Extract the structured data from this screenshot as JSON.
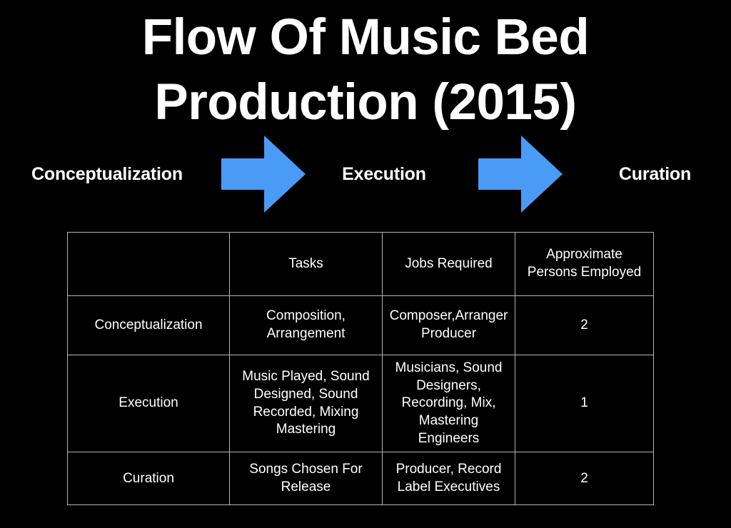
{
  "slide": {
    "background_color": "#000000",
    "text_color": "#ffffff",
    "accent_color": "#4a9bf5",
    "title": "Flow Of Music Bed\nProduction (2015)"
  },
  "flow": {
    "stages": [
      {
        "label": "Conceptualization"
      },
      {
        "label": "Execution"
      },
      {
        "label": "Curation"
      }
    ],
    "arrows": [
      {
        "name": "arrow-right-icon"
      },
      {
        "name": "arrow-right-icon"
      }
    ]
  },
  "table": {
    "headers": [
      "",
      "Tasks",
      "Jobs Required",
      "Approximate\nPersons Employed"
    ],
    "rows": [
      {
        "stage": "Conceptualization",
        "tasks": "Composition,\nArrangement",
        "jobs": "Composer,Arranger\nProducer",
        "persons": "2"
      },
      {
        "stage": "Execution",
        "tasks": "Music Played, Sound\nDesigned, Sound\nRecorded, Mixing\nMastering",
        "jobs": "Musicians, Sound\nDesigners,\nRecording, Mix,\nMastering\nEngineers",
        "persons": "1"
      },
      {
        "stage": "Curation",
        "tasks": "Songs Chosen For\nRelease",
        "jobs": "Producer, Record\nLabel Executives",
        "persons": "2"
      }
    ]
  }
}
